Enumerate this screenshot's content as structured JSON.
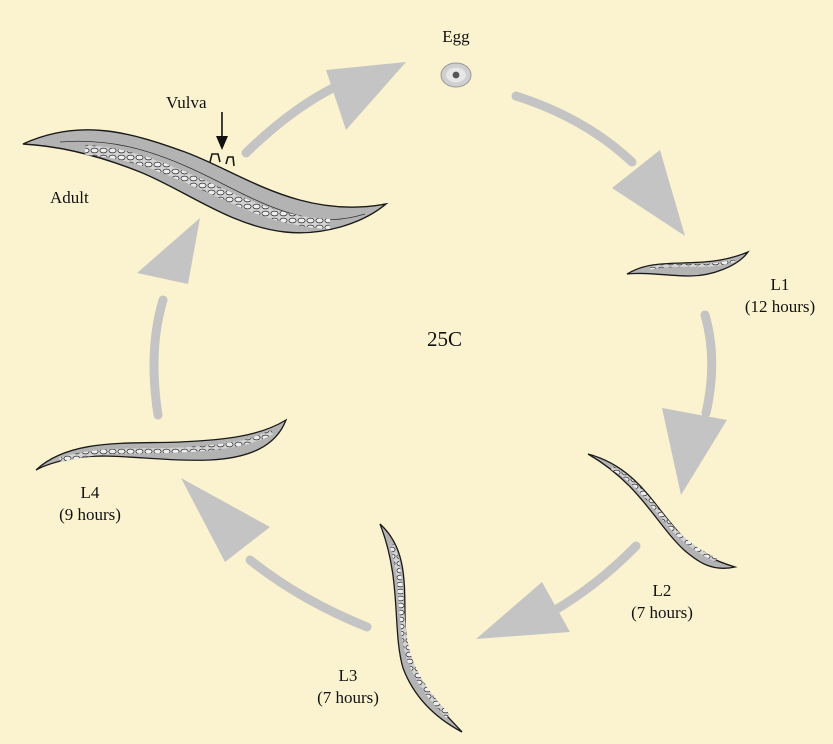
{
  "title": "",
  "center_label": "25C",
  "stages": [
    {
      "id": "egg",
      "name": "Egg",
      "duration": ""
    },
    {
      "id": "l1",
      "name": "L1",
      "duration": "(12 hours)"
    },
    {
      "id": "l2",
      "name": "L2",
      "duration": "(7 hours)"
    },
    {
      "id": "l3",
      "name": "L3",
      "duration": "(7 hours)"
    },
    {
      "id": "l4",
      "name": "L4",
      "duration": "(9 hours)"
    },
    {
      "id": "adult",
      "name": "Adult",
      "duration": ""
    }
  ],
  "annotations": {
    "vulva": "Vulva"
  },
  "colors": {
    "background": "#fbf3cf",
    "arrow": "#c4c4c4",
    "worm_fill": "#b3b3b3",
    "worm_outline": "#1a1a1a"
  }
}
